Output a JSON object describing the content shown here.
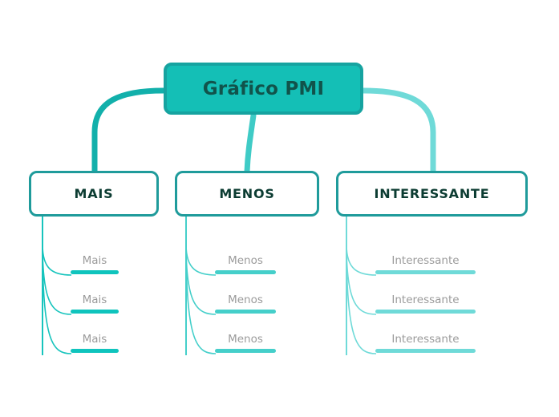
{
  "diagram": {
    "type": "mind-map",
    "title": "Gráfico PMI",
    "background_color": "#ffffff",
    "root": {
      "label": "Gráfico PMI",
      "fill_color": "#14bfb6",
      "border_color": "#16a3a0",
      "text_color": "#11534b"
    },
    "branches": [
      {
        "label": "MAIS",
        "border_color": "#1f9b9b",
        "text_color": "#0c3c32",
        "accent_color": "#0fc4bd",
        "leaves": [
          {
            "label": "Mais"
          },
          {
            "label": "Mais"
          },
          {
            "label": "Mais"
          }
        ]
      },
      {
        "label": "MENOS",
        "border_color": "#1f9b9b",
        "text_color": "#0c3c32",
        "accent_color": "#45cfca",
        "leaves": [
          {
            "label": "Menos"
          },
          {
            "label": "Menos"
          },
          {
            "label": "Menos"
          }
        ]
      },
      {
        "label": "INTERESSANTE",
        "border_color": "#1f9b9b",
        "text_color": "#0c3c32",
        "accent_color": "#6fdad8",
        "leaves": [
          {
            "label": "Interessante"
          },
          {
            "label": "Interessante"
          },
          {
            "label": "Interessante"
          }
        ]
      }
    ],
    "leaf_text_color": "#9b9b9b"
  }
}
